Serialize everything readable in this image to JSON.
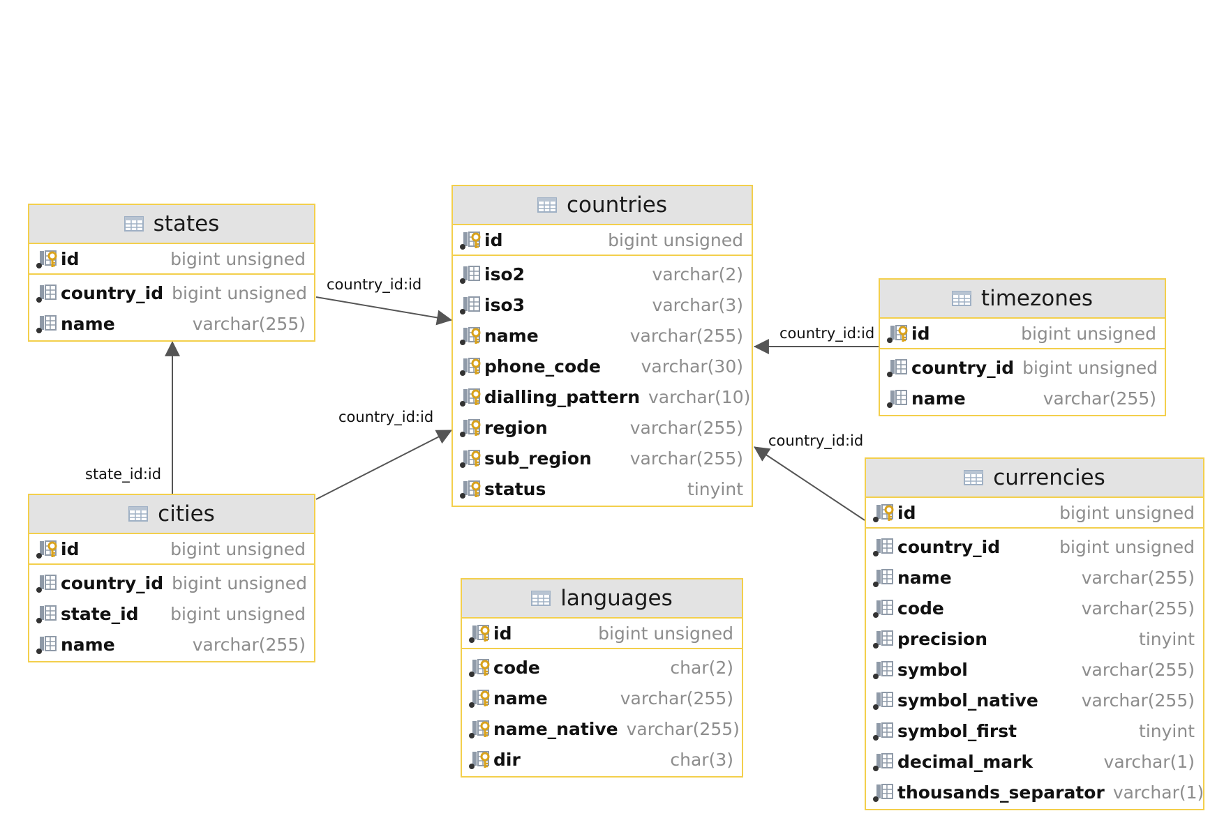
{
  "colors": {
    "border": "#f3cf4c",
    "header_bg": "#e3e3e3",
    "type_text": "#8d8d8d",
    "edge": "#555555"
  },
  "icons": {
    "table": "table-grid-icon",
    "pk_column": "key-column-icon",
    "column": "column-icon"
  },
  "tables": [
    {
      "id": "states",
      "name": "states",
      "columns": [
        {
          "name": "id",
          "type": "bigint unsigned",
          "key": true,
          "pk": true
        },
        {
          "name": "country_id",
          "type": "bigint unsigned",
          "key": false
        },
        {
          "name": "name",
          "type": "varchar(255)",
          "key": false
        }
      ]
    },
    {
      "id": "countries",
      "name": "countries",
      "columns": [
        {
          "name": "id",
          "type": "bigint unsigned",
          "key": true,
          "pk": true
        },
        {
          "name": "iso2",
          "type": "varchar(2)",
          "key": false
        },
        {
          "name": "iso3",
          "type": "varchar(3)",
          "key": false
        },
        {
          "name": "name",
          "type": "varchar(255)",
          "key": true
        },
        {
          "name": "phone_code",
          "type": "varchar(30)",
          "key": true
        },
        {
          "name": "dialling_pattern",
          "type": "varchar(10)",
          "key": true
        },
        {
          "name": "region",
          "type": "varchar(255)",
          "key": true
        },
        {
          "name": "sub_region",
          "type": "varchar(255)",
          "key": true
        },
        {
          "name": "status",
          "type": "tinyint",
          "key": true
        }
      ]
    },
    {
      "id": "timezones",
      "name": "timezones",
      "columns": [
        {
          "name": "id",
          "type": "bigint unsigned",
          "key": true,
          "pk": true
        },
        {
          "name": "country_id",
          "type": "bigint unsigned",
          "key": false
        },
        {
          "name": "name",
          "type": "varchar(255)",
          "key": false
        }
      ]
    },
    {
      "id": "cities",
      "name": "cities",
      "columns": [
        {
          "name": "id",
          "type": "bigint unsigned",
          "key": true,
          "pk": true
        },
        {
          "name": "country_id",
          "type": "bigint unsigned",
          "key": false
        },
        {
          "name": "state_id",
          "type": "bigint unsigned",
          "key": false
        },
        {
          "name": "name",
          "type": "varchar(255)",
          "key": false
        }
      ]
    },
    {
      "id": "languages",
      "name": "languages",
      "columns": [
        {
          "name": "id",
          "type": "bigint unsigned",
          "key": true,
          "pk": true
        },
        {
          "name": "code",
          "type": "char(2)",
          "key": true
        },
        {
          "name": "name",
          "type": "varchar(255)",
          "key": true
        },
        {
          "name": "name_native",
          "type": "varchar(255)",
          "key": true
        },
        {
          "name": "dir",
          "type": "char(3)",
          "key": true
        }
      ]
    },
    {
      "id": "currencies",
      "name": "currencies",
      "columns": [
        {
          "name": "id",
          "type": "bigint unsigned",
          "key": true,
          "pk": true
        },
        {
          "name": "country_id",
          "type": "bigint unsigned",
          "key": false
        },
        {
          "name": "name",
          "type": "varchar(255)",
          "key": false
        },
        {
          "name": "code",
          "type": "varchar(255)",
          "key": false
        },
        {
          "name": "precision",
          "type": "tinyint",
          "key": false
        },
        {
          "name": "symbol",
          "type": "varchar(255)",
          "key": false
        },
        {
          "name": "symbol_native",
          "type": "varchar(255)",
          "key": false
        },
        {
          "name": "symbol_first",
          "type": "tinyint",
          "key": false
        },
        {
          "name": "decimal_mark",
          "type": "varchar(1)",
          "key": false
        },
        {
          "name": "thousands_separator",
          "type": "varchar(1)",
          "key": false
        }
      ]
    }
  ],
  "relations": [
    {
      "id": "states_countries",
      "label": "country_id:id"
    },
    {
      "id": "cities_countries",
      "label": "country_id:id"
    },
    {
      "id": "cities_states",
      "label": "state_id:id"
    },
    {
      "id": "timezones_countries",
      "label": "country_id:id"
    },
    {
      "id": "currencies_countries",
      "label": "country_id:id"
    }
  ]
}
